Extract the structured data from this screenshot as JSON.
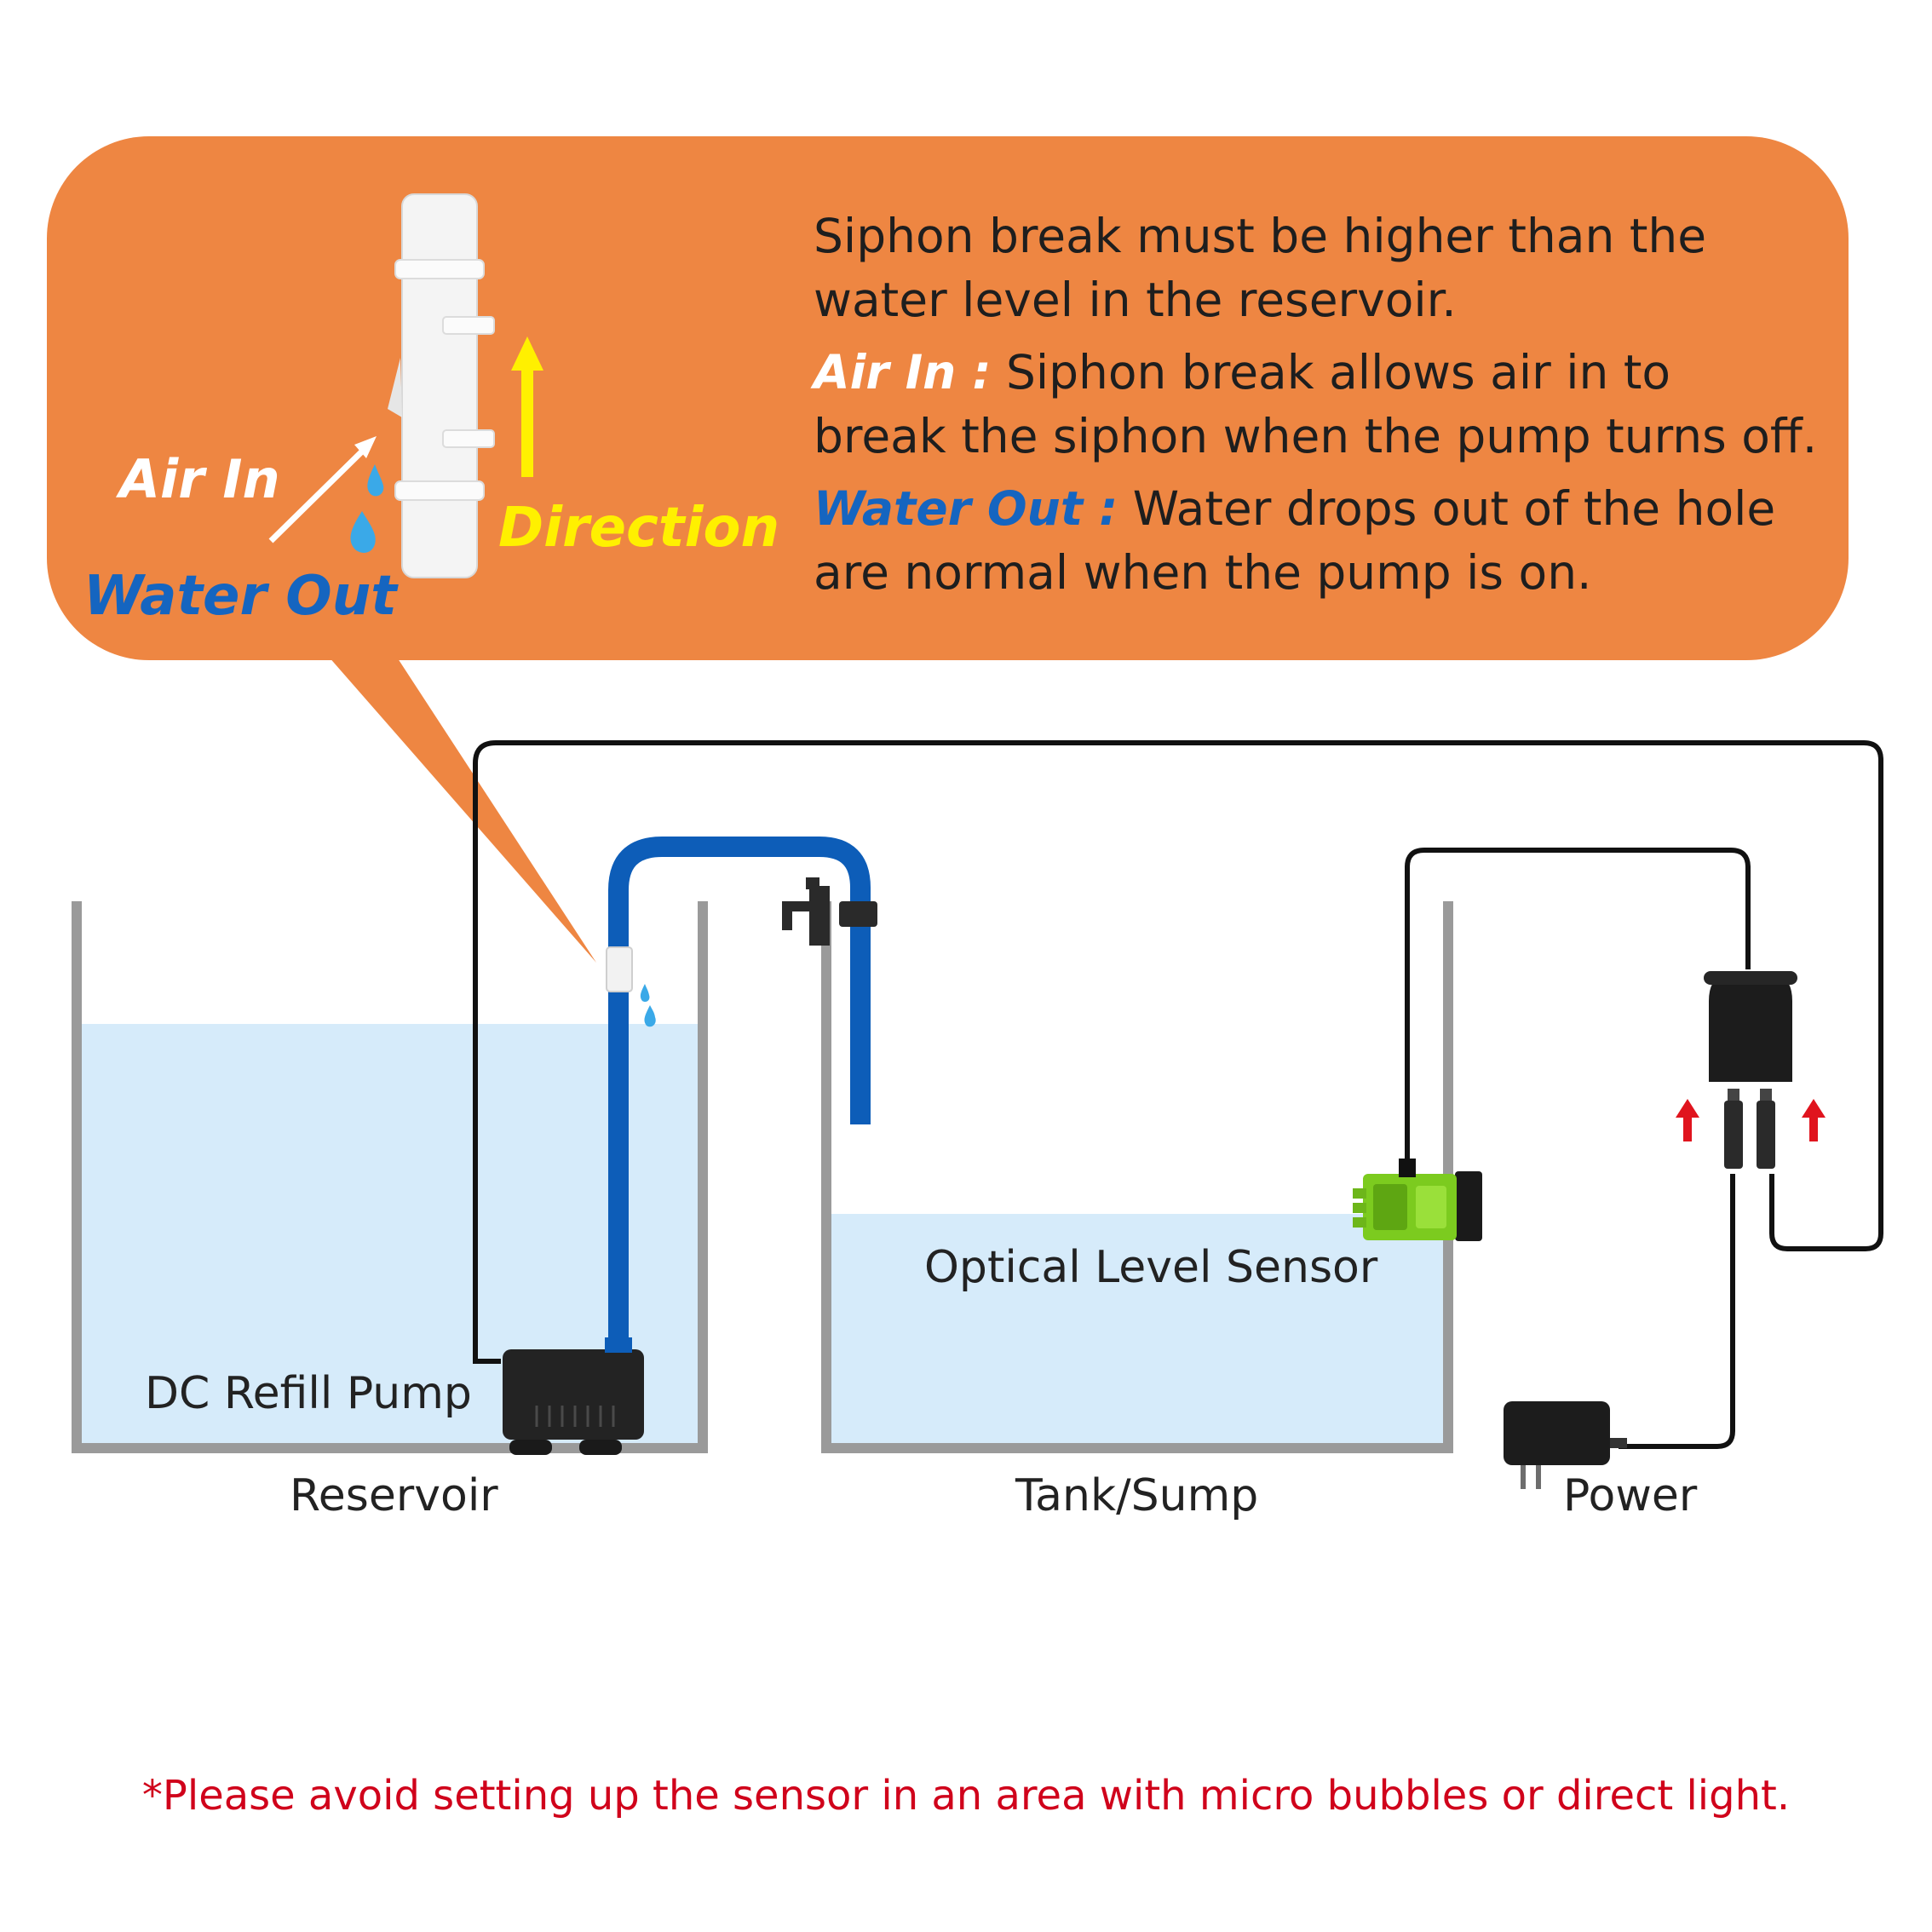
{
  "callout": {
    "lines": [
      "Siphon break must be higher than the",
      "water level in the reservoir."
    ],
    "air_in_label": "Air In :",
    "air_in_text_1": "Siphon break allows air in to",
    "air_in_text_2": "break the siphon when the pump turns off.",
    "water_out_label": "Water Out :",
    "water_out_text_1": "Water drops out of the hole",
    "water_out_text_2": "are normal when the pump is on.",
    "fitting_air_in": "Air In",
    "fitting_water_out": "Water Out",
    "fitting_direction": "Direction"
  },
  "labels": {
    "pump": "DC Refill Pump",
    "reservoir": "Reservoir",
    "tank": "Tank/Sump",
    "sensor": "Optical Level Sensor",
    "power": "Power"
  },
  "note": "*Please avoid setting up the sensor in an area with micro bubbles or direct light.",
  "colors": {
    "callout_bg": "#ee8642",
    "water": "#d6ebfa",
    "tank_wall": "#9a9a9a",
    "tube": "#0d5db8",
    "note": "#d0021b",
    "direction": "#fff000",
    "water_out_blue": "#1565c0"
  }
}
